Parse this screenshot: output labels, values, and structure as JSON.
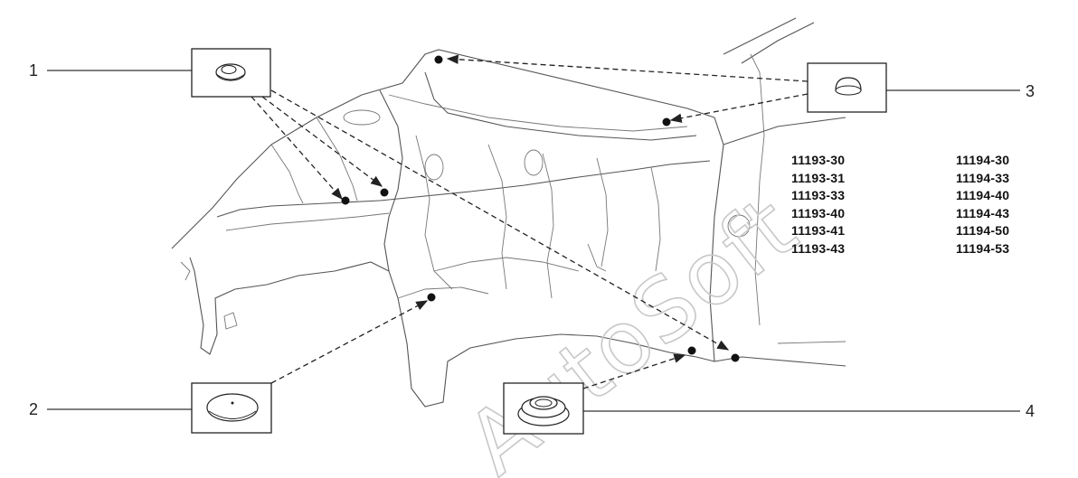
{
  "callouts": [
    "1",
    "2",
    "3",
    "4"
  ],
  "watermark_text": "AutoSoft",
  "codes_left": [
    "11193-30",
    "11193-31",
    "11193-33",
    "11193-40",
    "11193-41",
    "11193-43"
  ],
  "codes_right": [
    "11194-30",
    "11194-33",
    "11194-40",
    "11194-43",
    "11194-50",
    "11194-53"
  ]
}
